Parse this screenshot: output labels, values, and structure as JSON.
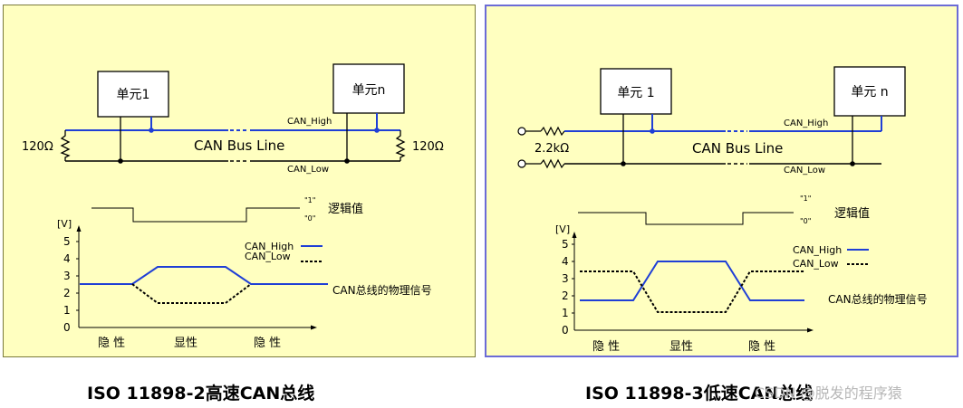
{
  "left": {
    "unit1": "单元1",
    "unitn": "单元n",
    "can_high": "CAN_High",
    "can_low": "CAN_Low",
    "bus_line": "CAN Bus Line",
    "res_left": "120Ω",
    "res_right": "120Ω",
    "logic_one": "\"1\"",
    "logic_zero": "\"0\"",
    "logic_label": "逻辑值",
    "y_unit": "[V]",
    "y_ticks": [
      "5",
      "4",
      "3",
      "2",
      "1",
      "0"
    ],
    "legend_high": "CAN_High",
    "legend_low": "CAN_Low",
    "signal_label": "CAN总线的物理信号",
    "x_labels": [
      "隐 性",
      "显性",
      "隐 性"
    ],
    "caption": "ISO 11898-2高速CAN总线"
  },
  "right": {
    "unit1": "单元 1",
    "unitn": "单元 n",
    "can_high": "CAN_High",
    "can_low": "CAN_Low",
    "bus_line": "CAN Bus Line",
    "res": "2.2kΩ",
    "logic_one": "\"1\"",
    "logic_zero": "\"0\"",
    "logic_label": "逻辑值",
    "y_unit": "[V]",
    "y_ticks": [
      "5",
      "4",
      "3",
      "2",
      "1",
      "0"
    ],
    "legend_high": "CAN_High",
    "legend_low": "CAN_Low",
    "signal_label": "CAN总线的物理信号",
    "x_labels": [
      "隐 性",
      "显性",
      "隐 性"
    ],
    "caption": "ISO 11898-3低速CAN总线"
  },
  "watermark": "CSDN @脱发的程序猿",
  "colors": {
    "panel_bg": "#ffffc0",
    "high_line": "#1f3fd6",
    "low_line": "#000000",
    "right_border": "#6b6bd6"
  }
}
